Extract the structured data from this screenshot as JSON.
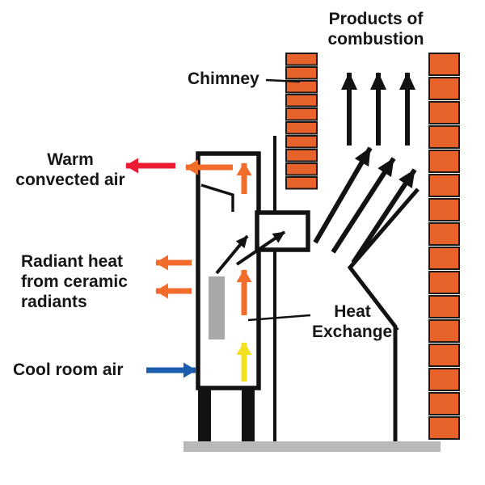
{
  "labels": {
    "products_of_combustion": "Products of\ncombustion",
    "chimney": "Chimney",
    "warm_convected_air": "Warm\nconvected air",
    "radiant_heat": "Radiant heat\nfrom ceramic\nradiants",
    "cool_room_air": "Cool room air",
    "heat_exchanger": "Heat\nExchanger"
  },
  "colors": {
    "brick": "#e8632c",
    "brick_outline": "#1a1a1a",
    "orange_arrow": "#f26d2c",
    "red_arrow": "#ec1c34",
    "yellow_arrow": "#f3e01e",
    "blue_arrow": "#1d5dae",
    "black": "#121212",
    "radiant_gray": "#a8a8a8",
    "base_gray": "#b9b9b9"
  }
}
